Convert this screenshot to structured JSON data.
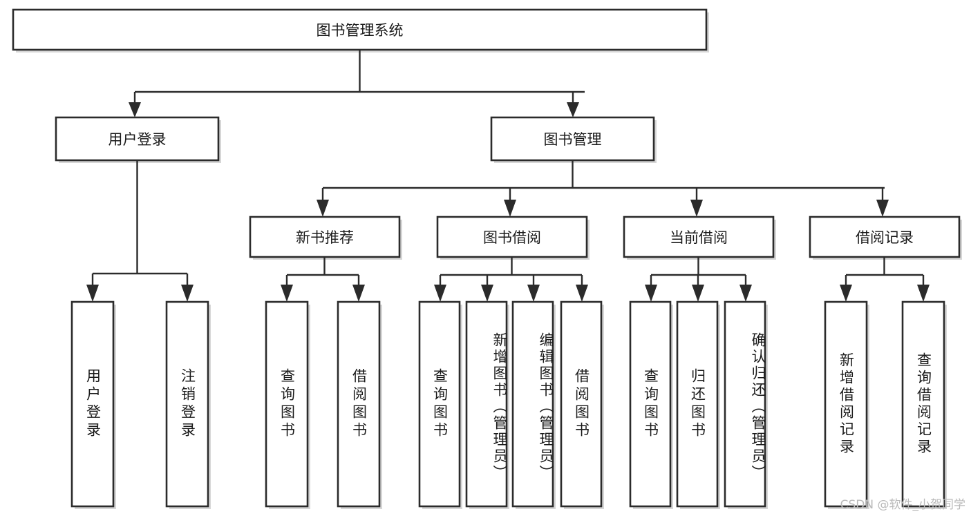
{
  "diagram": {
    "title": "图书管理系统",
    "type": "tree-hierarchy-chart",
    "orientation": "top-down",
    "colors": {
      "box_fill": "#ffffff",
      "box_stroke": "#2b2b2b",
      "text": "#1a1a1a",
      "shadow": "#d6d6d6",
      "watermark": "#b9b9b9",
      "background": "#ffffff"
    },
    "root": {
      "label": "图书管理系统"
    },
    "level2": [
      {
        "id": "user-login",
        "label": "用户登录"
      },
      {
        "id": "book-manage",
        "label": "图书管理"
      }
    ],
    "level3": [
      {
        "id": "new-book-recommend",
        "label": "新书推荐",
        "parent": "book-manage"
      },
      {
        "id": "book-borrow",
        "label": "图书借阅",
        "parent": "book-manage"
      },
      {
        "id": "current-borrow",
        "label": "当前借阅",
        "parent": "book-manage"
      },
      {
        "id": "borrow-record",
        "label": "借阅记录",
        "parent": "book-manage"
      }
    ],
    "leaves": {
      "user-login": [
        {
          "id": "leaf-user-login",
          "label": "用户登录"
        },
        {
          "id": "leaf-user-logout",
          "label": "注销登录"
        }
      ],
      "new-book-recommend": [
        {
          "id": "leaf-query-book-1",
          "label": "查询图书"
        },
        {
          "id": "leaf-borrow-book-1",
          "label": "借阅图书"
        }
      ],
      "book-borrow": [
        {
          "id": "leaf-query-book-2",
          "label": "查询图书"
        },
        {
          "id": "leaf-add-book",
          "label": "新增图书（管理员）"
        },
        {
          "id": "leaf-edit-book",
          "label": "编辑图书（管理员）"
        },
        {
          "id": "leaf-borrow-book-2",
          "label": "借阅图书"
        }
      ],
      "current-borrow": [
        {
          "id": "leaf-query-book-3",
          "label": "查询图书"
        },
        {
          "id": "leaf-return-book",
          "label": "归还图书"
        },
        {
          "id": "leaf-confirm-return",
          "label": "确认归还（管理员）"
        }
      ],
      "borrow-record": [
        {
          "id": "leaf-add-record",
          "label": "新增借阅记录"
        },
        {
          "id": "leaf-query-record",
          "label": "查询借阅记录"
        }
      ]
    }
  },
  "watermark": {
    "text": "CSDN @软件_小贺同学"
  }
}
